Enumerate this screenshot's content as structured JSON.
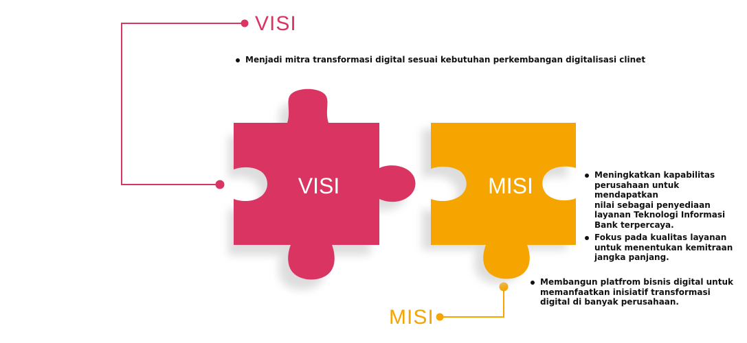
{
  "headings": {
    "visi": "VISI",
    "misi": "MISI"
  },
  "pieces": {
    "visi_label": "VISI",
    "misi_label": "MISI"
  },
  "colors": {
    "visi": "#d93462",
    "misi": "#f5a400",
    "shadow": "#d8d8d8"
  },
  "visi_points": [
    "Menjadi mitra transformasi digital sesuai kebutuhan perkembangan digitalisasi clinet"
  ],
  "misi_points_right": [
    {
      "lines": [
        "Meningkatkan kapabilitas",
        "perusahaan untuk",
        "mendapatkan",
        "nilai sebagai penyediaan",
        "layanan Teknologi Informasi",
        "Bank terpercaya."
      ]
    },
    {
      "lines": [
        "Fokus pada kualitas layanan",
        "untuk menentukan kemitraan",
        "jangka panjang."
      ]
    }
  ],
  "misi_points_bottom": [
    {
      "lines": [
        "Membangun platfrom bisnis digital untuk",
        "memanfaatkan inisiatif transformasi",
        "digital di banyak perusahaan."
      ]
    }
  ]
}
